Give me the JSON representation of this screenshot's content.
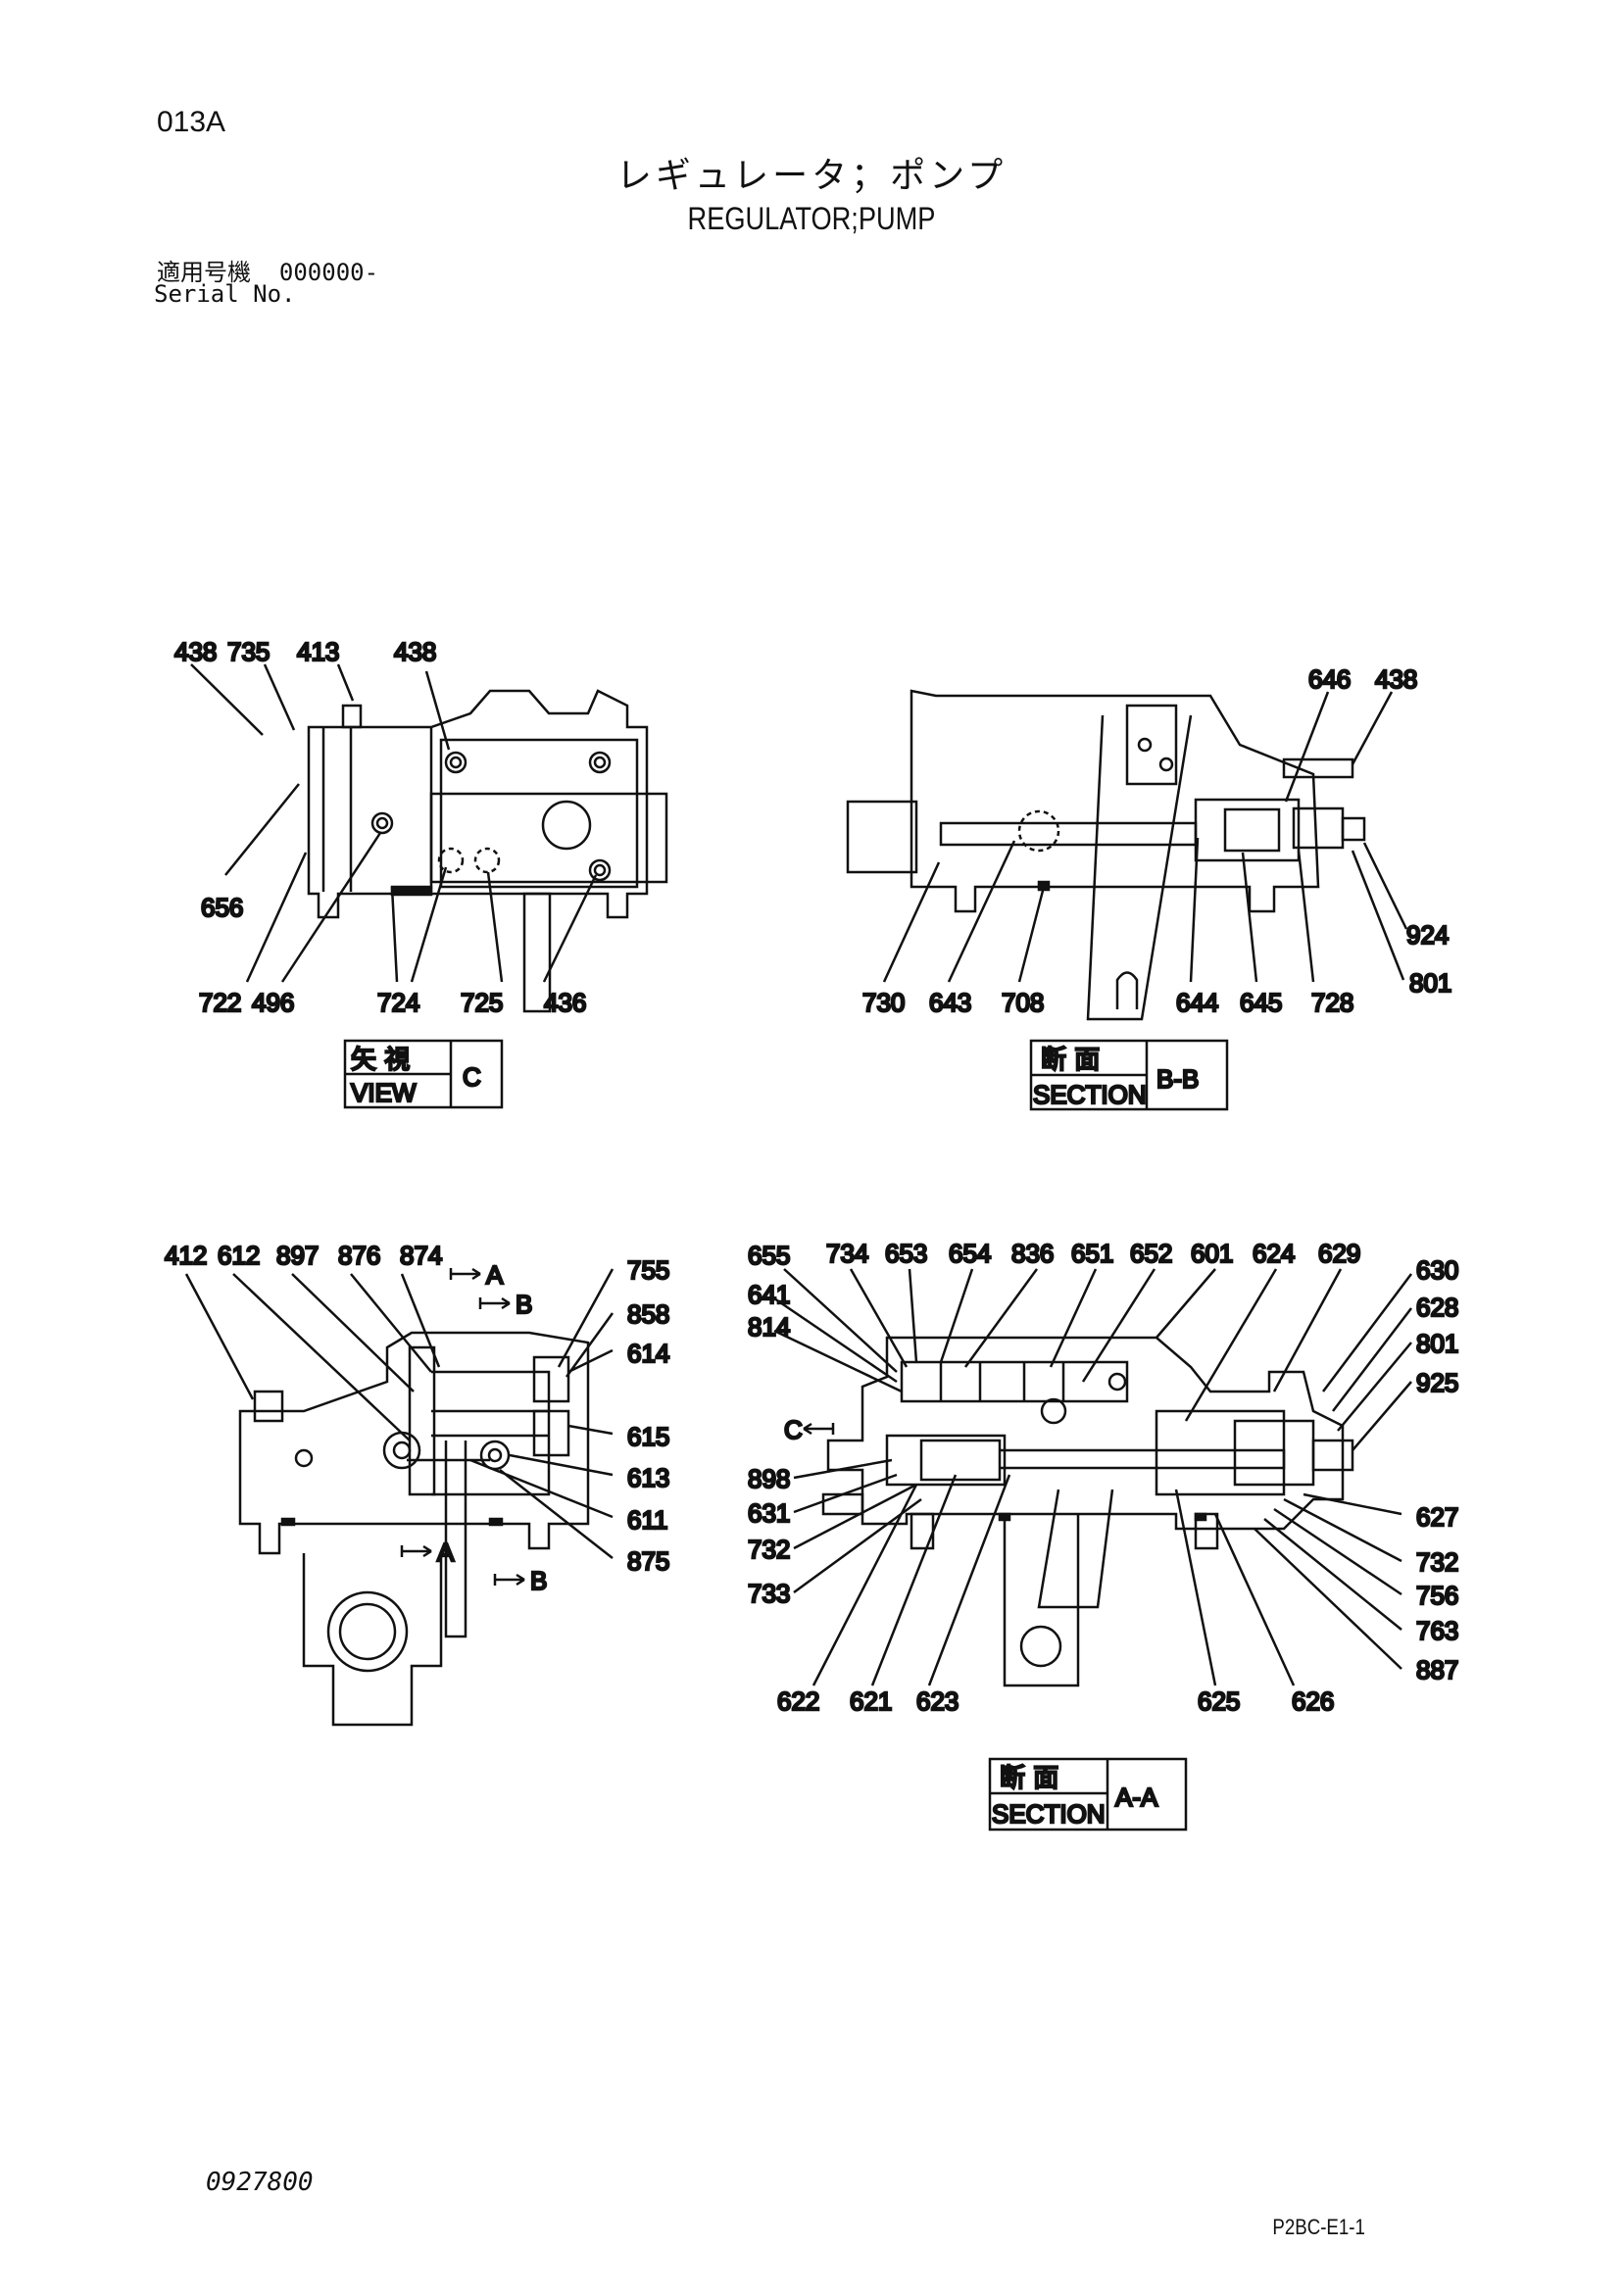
{
  "header": {
    "page_code": "013A",
    "title_jp": "レギュレータ；ポンプ",
    "title_en": "REGULATOR;PUMP",
    "serial_label_jp": "適用号機",
    "serial_value": "000000-",
    "serial_label_en": "Serial No."
  },
  "footer": {
    "doc_code": "0927800",
    "sheet_code": "P2BC-E1-1"
  },
  "views": {
    "view_c": {
      "label_jp": "矢 視",
      "label_en": "VIEW",
      "letter": "C"
    },
    "section_bb": {
      "label_jp": "断 面",
      "label_en": "SECTION",
      "letter": "B-B"
    },
    "section_aa": {
      "label_jp": "断 面",
      "label_en": "SECTION",
      "letter": "A-A"
    }
  },
  "markers": {
    "a": "A",
    "b": "B",
    "c": "C"
  },
  "part_numbers": {
    "view_c": [
      "438",
      "735",
      "413",
      "438",
      "656",
      "722",
      "496",
      "724",
      "725",
      "436"
    ],
    "section_bb": [
      "646",
      "438",
      "924",
      "801",
      "730",
      "643",
      "708",
      "644",
      "645",
      "728"
    ],
    "lower_left": [
      "412",
      "612",
      "897",
      "876",
      "874",
      "755",
      "858",
      "614",
      "615",
      "613",
      "611",
      "875"
    ],
    "section_aa": [
      "655",
      "734",
      "653",
      "654",
      "836",
      "651",
      "652",
      "601",
      "624",
      "629",
      "630",
      "641",
      "628",
      "814",
      "801",
      "925",
      "898",
      "631",
      "732",
      "733",
      "627",
      "732",
      "756",
      "763",
      "887",
      "622",
      "621",
      "623",
      "625",
      "626"
    ]
  }
}
